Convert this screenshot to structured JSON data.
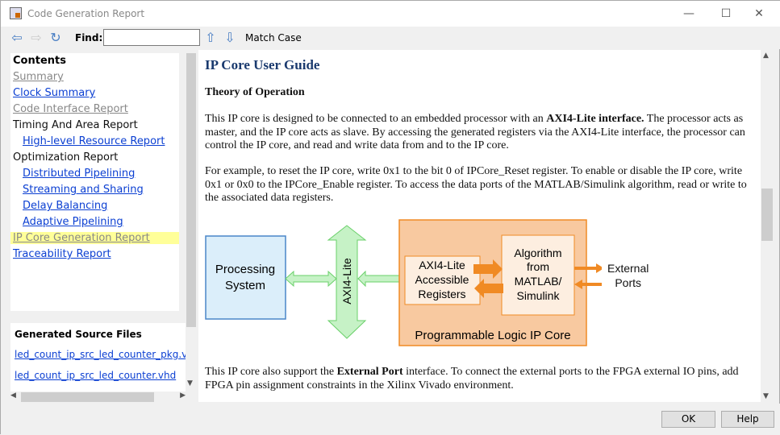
{
  "window": {
    "title": "Code Generation Report",
    "minimize": "—",
    "maximize": "☐",
    "close": "✕"
  },
  "toolbar": {
    "find_label": "Find:",
    "find_value": "",
    "match_case": "Match Case"
  },
  "sidebar": {
    "contents_title": "Contents",
    "items": [
      {
        "label": "Summary",
        "style": "visited"
      },
      {
        "label": "Clock Summary",
        "style": "link"
      },
      {
        "label": "Code Interface Report",
        "style": "visited"
      },
      {
        "label": "Timing And Area Report",
        "style": "plain"
      },
      {
        "label": "High-level Resource Report",
        "style": "link"
      },
      {
        "label": "Optimization Report",
        "style": "plain"
      },
      {
        "label": "Distributed Pipelining",
        "style": "link"
      },
      {
        "label": "Streaming and Sharing",
        "style": "link"
      },
      {
        "label": "Delay Balancing",
        "style": "link"
      },
      {
        "label": "Adaptive Pipelining",
        "style": "link"
      },
      {
        "label": "IP Core Generation Report",
        "style": "selected"
      },
      {
        "label": "Traceability Report",
        "style": "link"
      }
    ],
    "files_title": "Generated Source Files",
    "files": [
      "led_count_ip_src_led_counter_pkg.vhd",
      "led_count_ip_src_led_counter.vhd"
    ]
  },
  "main": {
    "heading": "IP Core User Guide",
    "subheading": "Theory of Operation",
    "p1a": "This IP core is designed to be connected to an embedded processor with an ",
    "p1b": "AXI4-Lite interface.",
    "p1c": " The processor acts as master, and the IP core acts as slave. By accessing the generated registers via the AXI4-Lite interface, the processor can control the IP core, and read and write data from and to the IP core.",
    "p2": "For example, to reset the IP core, write 0x1 to the bit 0 of IPCore_Reset register. To enable or disable the IP core, write 0x1 or 0x0 to the IPCore_Enable register. To access the data ports of the MATLAB/Simulink algorithm, read or write to the associated data registers.",
    "p3a": "This IP core also support the ",
    "p3b": "External Port",
    "p3c": " interface. To connect the external ports to the FPGA external IO pins, add FPGA pin assignment constraints in the Xilinx Vivado environment.",
    "diagram": {
      "ps1": "Processing",
      "ps2": "System",
      "bus": "AXI4-Lite",
      "reg1": "AXI4-Lite",
      "reg2": "Accessible",
      "reg3": "Registers",
      "alg1": "Algorithm",
      "alg2": "from",
      "alg3": "MATLAB/",
      "alg4": "Simulink",
      "ext1": "External",
      "ext2": "Ports",
      "core": "Programmable Logic IP Core"
    }
  },
  "buttons": {
    "ok": "OK",
    "help": "Help"
  },
  "colors": {
    "selected_bg": "#ffff99",
    "link": "#0b3fd2",
    "accent_orange": "#f08a24"
  }
}
